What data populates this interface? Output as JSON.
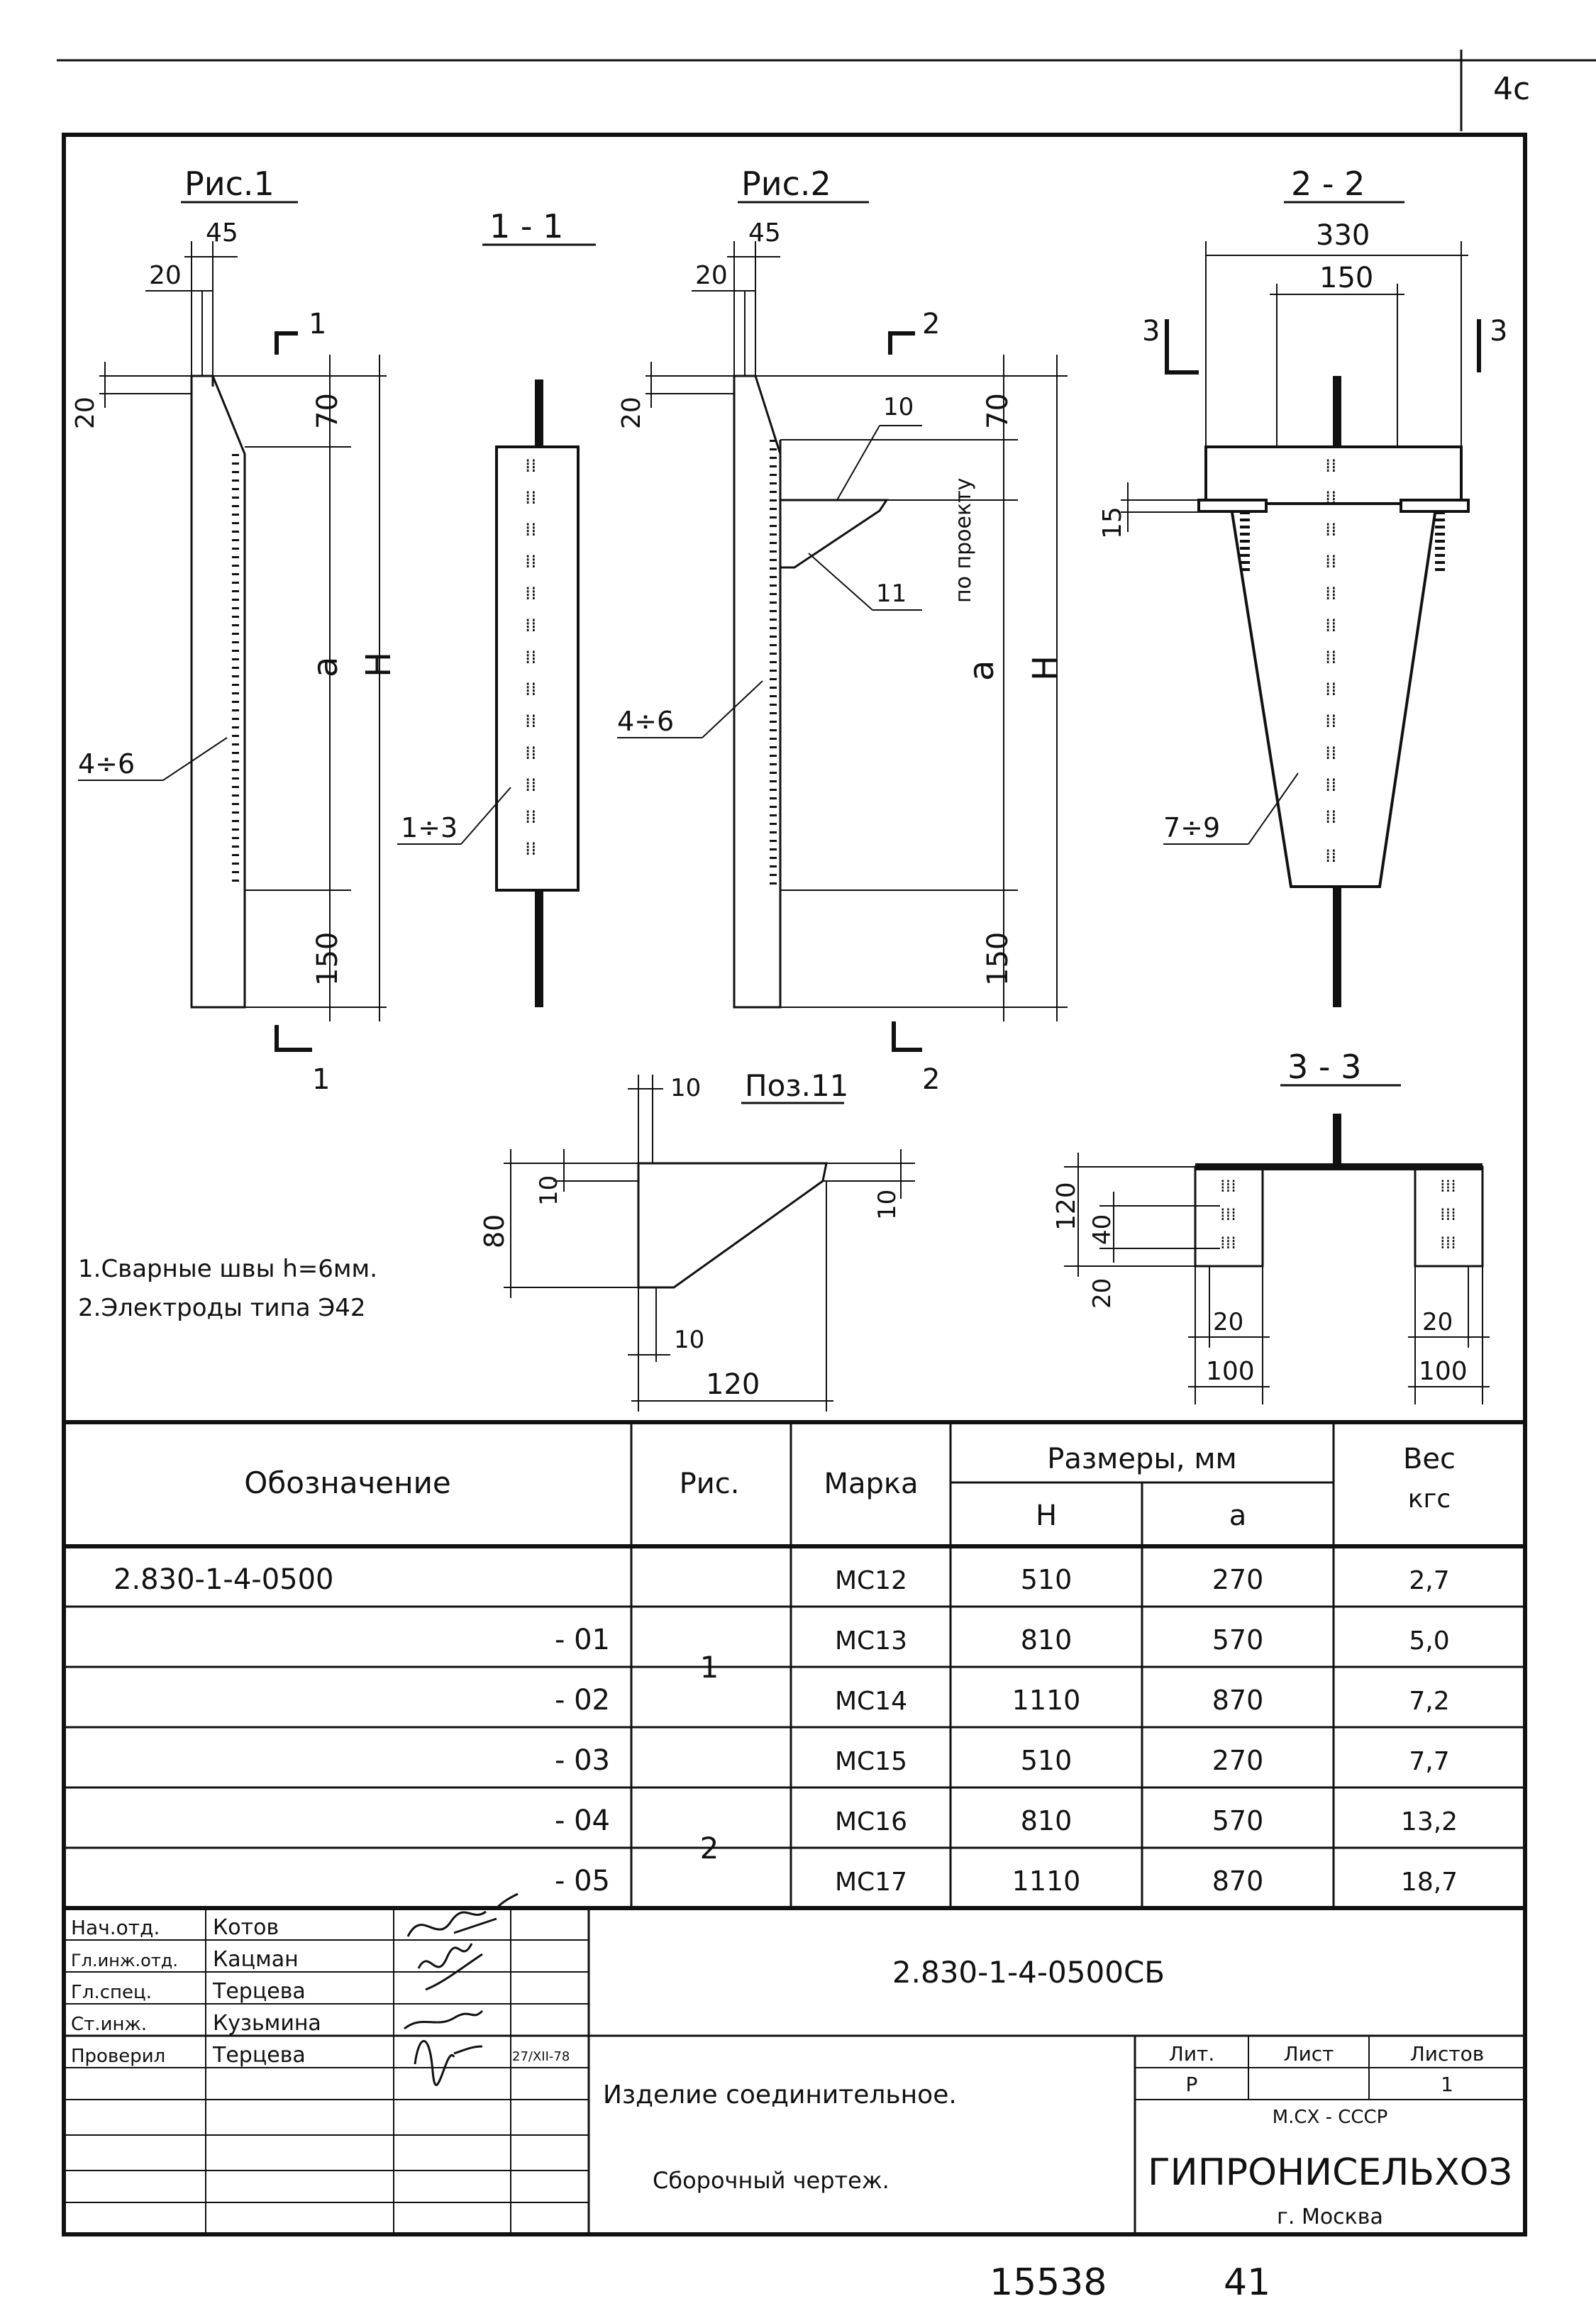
{
  "page_number": "4с",
  "figures": {
    "fig1_title": "Рис.1",
    "fig2_title": "Рис.2",
    "section_1_1": "1 - 1",
    "section_2_2": "2 - 2",
    "section_3_3": "3 - 3",
    "pos11_title": "Поз.11",
    "cut1_a": "1",
    "cut1_b": "1",
    "cut2_a": "2",
    "cut2_b": "2",
    "cut3_a": "3",
    "cut3_b": "3",
    "dims": {
      "d45": "45",
      "d20": "20",
      "d70": "70",
      "d150": "150",
      "da": "a",
      "dH": "H",
      "d10": "10",
      "d330": "330",
      "d15": "15",
      "d80": "80",
      "d120": "120",
      "d40": "40",
      "d100": "100",
      "per_project": "по проекту"
    },
    "callouts": {
      "c4_6": "4÷6",
      "c1_3": "1÷3",
      "c11": "11",
      "c7_9": "7÷9"
    }
  },
  "notes": [
    "1.Сварные швы h=6мм.",
    "2.Электроды типа Э42"
  ],
  "table": {
    "headers": {
      "designation": "Обозначение",
      "fig": "Рис.",
      "mark": "Марка",
      "dims": "Размеры, мм",
      "H": "Н",
      "a": "а",
      "weight_line1": "Вес",
      "weight_line2": "кгс"
    },
    "rows": [
      {
        "designation": "2.830-1-4-0500",
        "mark": "МС12",
        "H": "510",
        "a": "270",
        "weight": "2,7"
      },
      {
        "designation": "- 01",
        "mark": "МС13",
        "H": "810",
        "a": "570",
        "weight": "5,0"
      },
      {
        "designation": "- 02",
        "mark": "МС14",
        "H": "1110",
        "a": "870",
        "weight": "7,2"
      },
      {
        "designation": "- 03",
        "mark": "МС15",
        "H": "510",
        "a": "270",
        "weight": "7,7"
      },
      {
        "designation": "- 04",
        "mark": "МС16",
        "H": "810",
        "a": "570",
        "weight": "13,2"
      },
      {
        "designation": "- 05",
        "mark": "МС17",
        "H": "1110",
        "a": "870",
        "weight": "18,7"
      }
    ],
    "fig_groups": [
      "1",
      "2"
    ]
  },
  "title_block": {
    "roles": [
      "Нач.отд.",
      "Гл.инж.отд.",
      "Гл.спец.",
      "Ст.инж.",
      "Проверил"
    ],
    "names": [
      "Котов",
      "Кацман",
      "Терцева",
      "Кузьмина",
      "Терцева"
    ],
    "date": "27/XII-78",
    "doc_code": "2.830-1-4-0500СБ",
    "item_name": "Изделие соединительное.",
    "doc_type": "Сборочный чертеж.",
    "stage_label": "Лит.",
    "sheet_label": "Лист",
    "sheets_label": "Листов",
    "stage": "Р",
    "sheets": "1",
    "ministry": "М.СХ - СССР",
    "org": "ГИПРОНИСЕЛЬХОЗ",
    "city": "г. Москва"
  },
  "footer": {
    "number": "15538",
    "page": "41"
  }
}
